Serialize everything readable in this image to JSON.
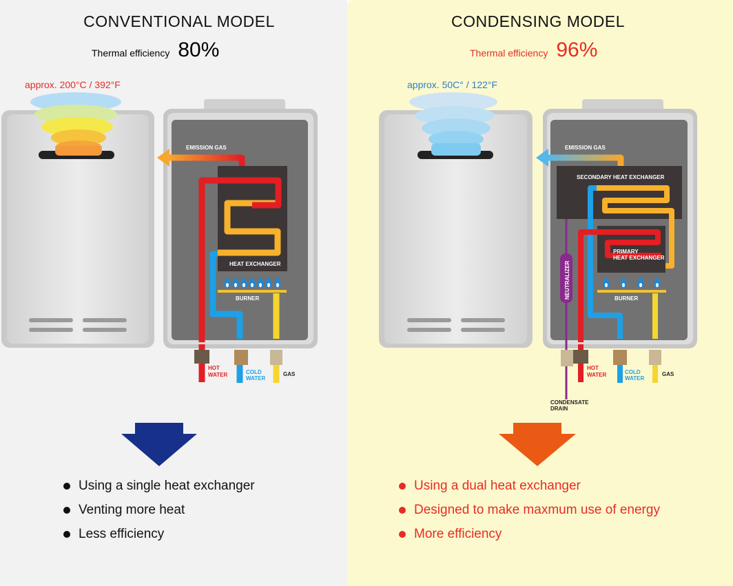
{
  "conventional": {
    "title": "CONVENTIONAL MODEL",
    "efficiency_label": "Thermal efficiency",
    "efficiency_value": "80%",
    "temperature": "approx. 200°C / 392°F",
    "emission_label": "EMISSION GAS",
    "exchanger_label": "HEAT EXCHANGER",
    "burner_label": "BURNER",
    "hot_label": [
      "HOT",
      "WATER"
    ],
    "cold_label": [
      "COLD",
      "WATER"
    ],
    "gas_label": "GAS",
    "bullets": [
      "Using a single heat exchanger",
      "Venting more heat",
      "Less efficiency"
    ]
  },
  "condensing": {
    "title": "CONDENSING MODEL",
    "efficiency_label": "Thermal efficiency",
    "efficiency_value": "96%",
    "temperature": "approx. 50C° / 122°F",
    "emission_label": "EMISSION GAS",
    "secondary_label": "SECONDARY HEAT EXCHANGER",
    "primary_label": [
      "PRIMARY",
      "HEAT EXCHANGER"
    ],
    "neutralizer_label": "NEUTRALIZER",
    "burner_label": "BURNER",
    "hot_label": [
      "HOT",
      "WATER"
    ],
    "cold_label": [
      "COLD",
      "WATER"
    ],
    "gas_label": "GAS",
    "drain_label": [
      "CONDENSATE",
      "DRAIN"
    ],
    "bullets": [
      "Using a dual heat exchanger",
      "Designed to make maxmum use of energy",
      "More efficiency"
    ]
  },
  "colors": {
    "hot": "#e31e24",
    "cold": "#1ea0e6",
    "heat": "#f7b12c",
    "gas": "#f5d630",
    "neutralizer": "#8a2a8c",
    "arrow_conventional": "#17318a",
    "arrow_condensing": "#ea5a14",
    "accent_red": "#e52d24",
    "accent_blue": "#2d7fc1"
  }
}
